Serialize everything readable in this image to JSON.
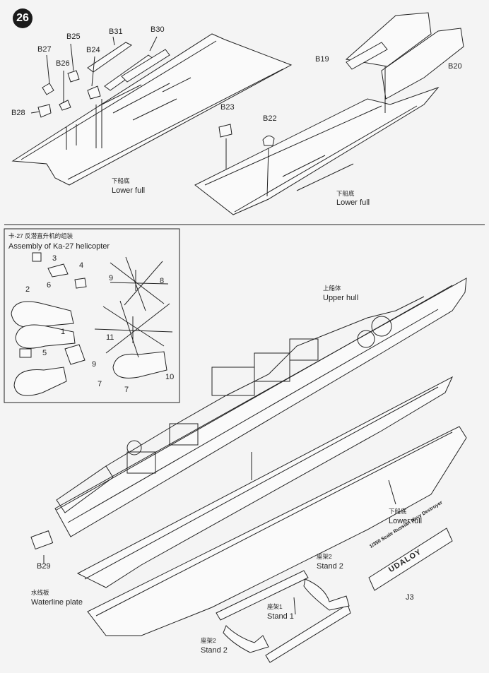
{
  "step_number": "26",
  "top_left": {
    "parts": [
      "B27",
      "B25",
      "B31",
      "B30",
      "B26",
      "B24",
      "B28"
    ],
    "hull_cn": "下船底",
    "hull_en": "Lower full"
  },
  "top_right": {
    "parts": [
      "B19",
      "B20",
      "B23",
      "B22"
    ],
    "hull_cn": "下船底",
    "hull_en": "Lower full"
  },
  "helicopter": {
    "title_cn": "卡-27 反潜直升机的组装",
    "title_en": "Assembly of Ka-27 helicopter",
    "parts": [
      "3",
      "4",
      "6",
      "2",
      "1",
      "9",
      "8",
      "5",
      "11",
      "9",
      "10",
      "7",
      "7"
    ]
  },
  "main": {
    "upper_hull_cn": "上船体",
    "upper_hull_en": "Upper hull",
    "lower_hull_cn": "下船底",
    "lower_hull_en": "Lower full",
    "b29": "B29",
    "waterline_cn": "水线板",
    "waterline_en": "Waterline plate",
    "stand2_cn": "座架2",
    "stand2_en": "Stand 2",
    "stand1_cn": "座架1",
    "stand1_en": "Stand 1",
    "stand2b_cn": "座架2",
    "stand2b_en": "Stand 2",
    "nameplate_small": "1/350 Scale Russian Navy Destroyer",
    "nameplate_name": "UDALOY",
    "j3": "J3"
  }
}
